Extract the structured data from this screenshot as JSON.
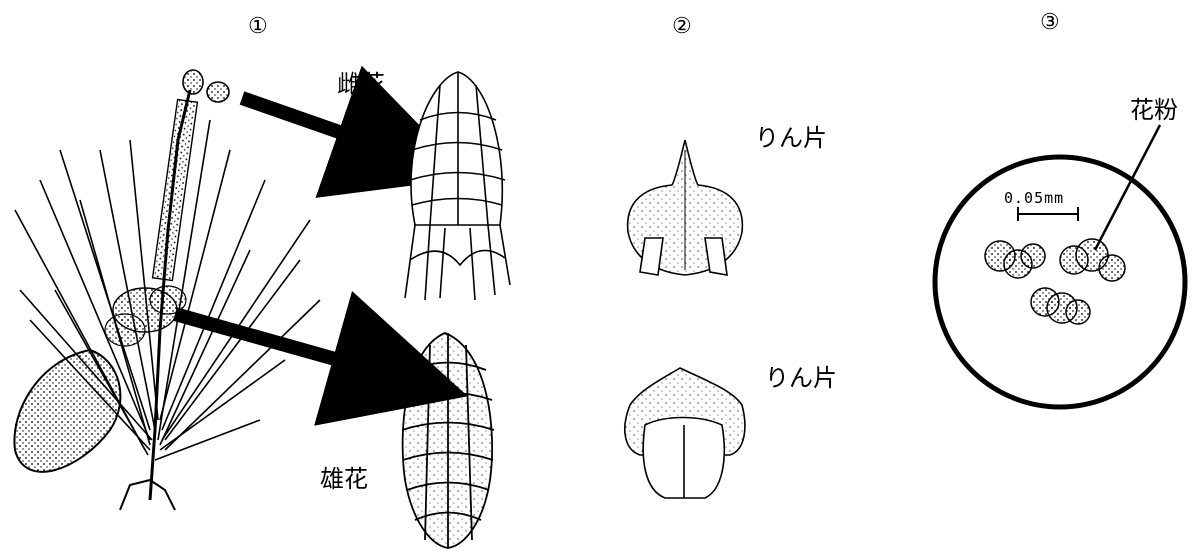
{
  "panels": {
    "p1": {
      "number": "①",
      "female_label": "雌花",
      "male_label": "雄花"
    },
    "p2": {
      "number": "②",
      "scale_top_label": "りん片",
      "scale_bottom_label": "りん片"
    },
    "p3": {
      "number": "③",
      "pollen_label": "花粉",
      "scale_bar_text": "0.05mm"
    }
  },
  "colors": {
    "ink": "#000000",
    "paper": "#ffffff"
  }
}
